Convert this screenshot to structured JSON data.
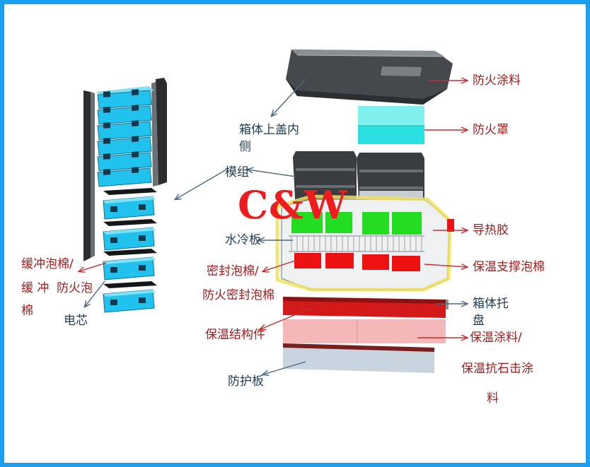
{
  "watermark": "C&W",
  "colors": {
    "frame": "#1aa0ee",
    "cell_cyan": "#22c2ee",
    "fire_cover_cyan": "#2be0e0",
    "thermal_pad_green": "#22dd22",
    "foam_red": "#ee1111",
    "insulation_pink": "#f4b8b8",
    "guard_plate": "#c8d4de",
    "lid_dark": "#45494d",
    "module_dark": "#3a3d40",
    "yellow_frame": "#f0e060",
    "label_dark": "#1e3a52",
    "label_red": "#9e1b1b",
    "logo_red": "#ee1c1c"
  },
  "labels": {
    "lid_inner_line1": "箱体上盖内",
    "lid_inner_line2": "侧",
    "module": "模组",
    "water_cooling_plate": "水冷板",
    "seal_foam_line1": "密封泡棉/",
    "seal_foam_line2": "防火密封泡棉",
    "insulation_structure": "保温结构件",
    "guard_plate": "防护板",
    "fireproof_coating": "防火涂料",
    "fire_cover": "防火罩",
    "thermal_gel": "导热胶",
    "insulation_support_foam": "保温支撑泡棉",
    "box_tray_line1": "箱体托",
    "box_tray_line2": "盘",
    "insulation_coating_line1": "保温涂料/",
    "insulation_coating_line2": "保温抗石击涂",
    "insulation_coating_line3": "料",
    "buffer_foam_line1": "缓冲泡棉/",
    "buffer_foam_line2a": "缓 冲",
    "buffer_foam_line2b": "防火泡",
    "buffer_foam_line3": "棉",
    "cell": "电芯"
  },
  "icons": [
    "arrow-icon"
  ]
}
